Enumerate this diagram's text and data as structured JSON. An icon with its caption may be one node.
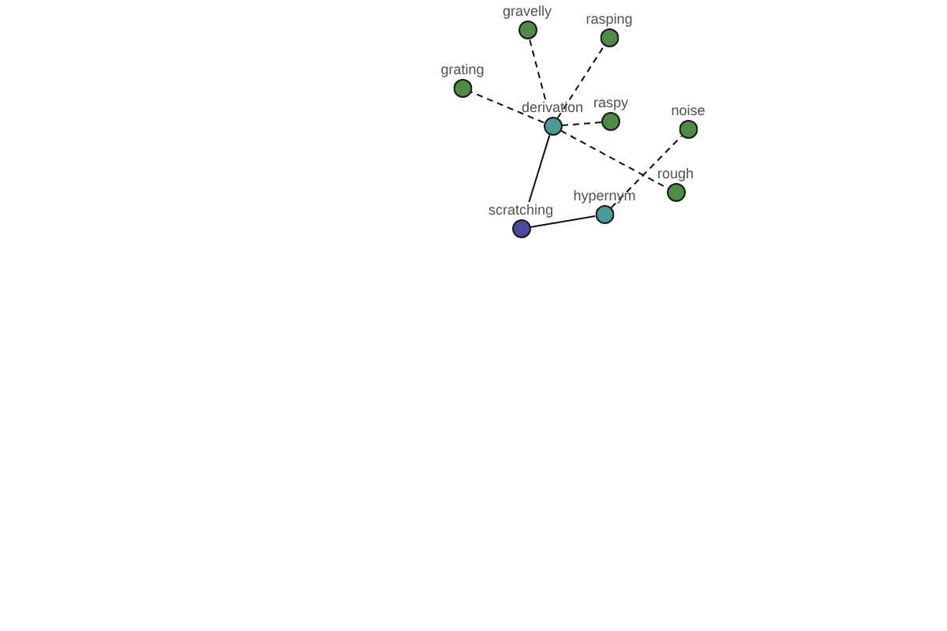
{
  "diagram": {
    "nodes": [
      {
        "text": [
          "gravelly"
        ]
      },
      {
        "text": [
          "rasping"
        ]
      },
      {
        "text": [
          "grating"
        ]
      },
      {
        "text": [
          "derivation"
        ]
      },
      {
        "text": [
          "raspy"
        ]
      },
      {
        "text": [
          "noise"
        ]
      },
      {
        "text": [
          "rough"
        ]
      },
      {
        "text": [
          "hypernym"
        ]
      },
      {
        "text": [
          "scratching"
        ]
      }
    ],
    "edges": [
      {
        "from": 8,
        "to": 3,
        "arrow": "none"
      },
      {
        "from": 8,
        "to": 7,
        "arrow": "none"
      },
      {
        "from": 3,
        "to": 0,
        "arrow": "none",
        "style": "dashed"
      },
      {
        "from": 3,
        "to": 1,
        "arrow": "none",
        "style": "dashed"
      },
      {
        "from": 3,
        "to": 2,
        "arrow": "none",
        "style": "dashed"
      },
      {
        "from": 3,
        "to": 4,
        "arrow": "none",
        "style": "dashed"
      },
      {
        "from": 3,
        "to": 6,
        "arrow": "none",
        "style": "dashed"
      },
      {
        "from": 7,
        "to": 5,
        "arrow": "none",
        "style": "dashed"
      }
    ]
  }
}
